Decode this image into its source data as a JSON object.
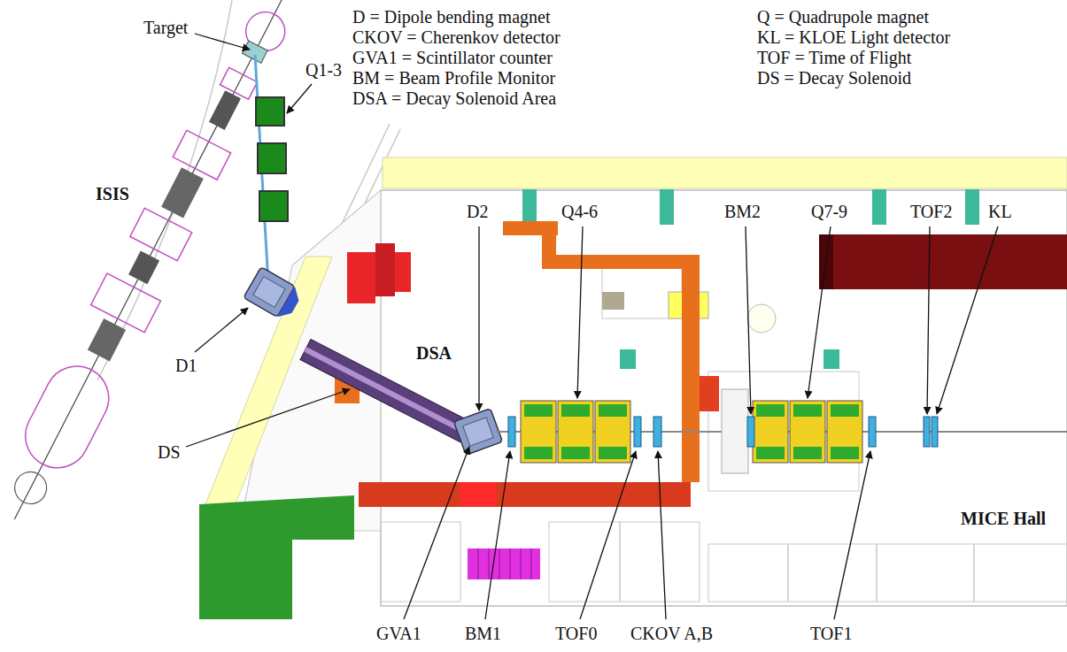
{
  "diagram": {
    "labels": [
      "D = Dipole bending magnet",
      "CKOV = Cherenkov detector",
      "GVA1 = Scintillator counter",
      "BM = Beam Profile Monitor",
      "DSA = Decay Solenoid Area",
      "Q = Quadrupole magnet",
      "KL = KLOE Light detector",
      "TOF = Time of Flight",
      "DS = Decay Solenoid",
      "Target",
      "Q1-3",
      "ISIS",
      "D1",
      "DS",
      "DSA",
      "D2",
      "Q4-6",
      "BM2",
      "Q7-9",
      "TOF2",
      "KL",
      "MICE Hall",
      "GVA1",
      "BM1",
      "TOF0",
      "CKOV A,B",
      "TOF1"
    ]
  }
}
